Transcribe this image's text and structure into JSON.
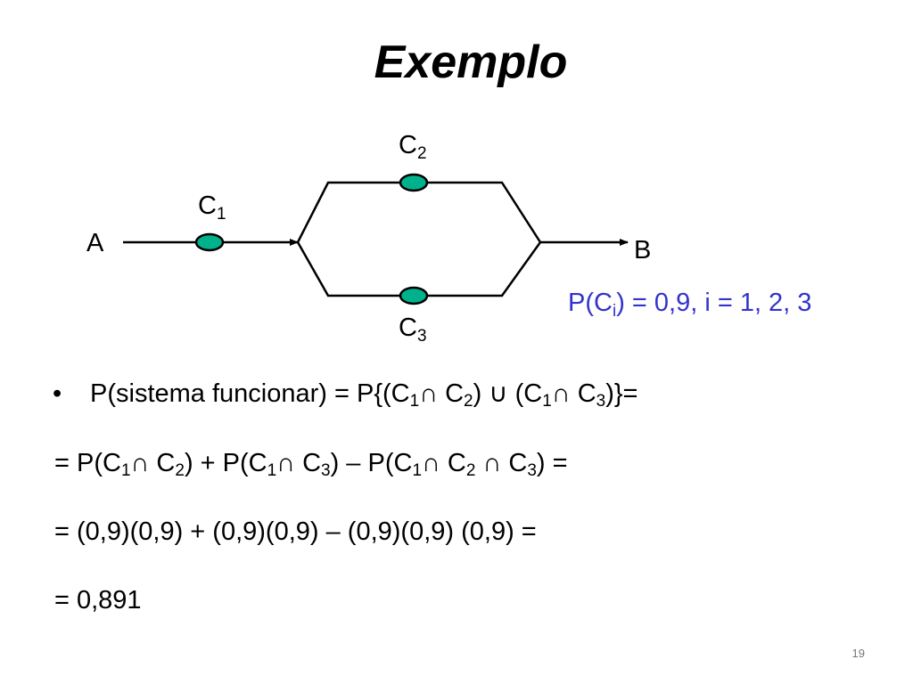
{
  "title": "Exemplo",
  "diagram": {
    "start_label": "A",
    "end_label": "B",
    "components": [
      {
        "base": "C",
        "sub": "1"
      },
      {
        "base": "C",
        "sub": "2"
      },
      {
        "base": "C",
        "sub": "3"
      }
    ],
    "probability": {
      "prefix": "P(C",
      "sub": "i",
      "suffix": ") = 0,9,  i = 1, 2, 3"
    },
    "component_color": "#00b28c",
    "probability_color": "#3333cc"
  },
  "bullet_symbol": "•",
  "lines": [
    {
      "p": [
        {
          "t": "P(sistema funcionar) = P{(C"
        },
        {
          "s": "1"
        },
        {
          "t": "∩ C"
        },
        {
          "s": "2"
        },
        {
          "t": ") ∪ (C"
        },
        {
          "s": "1"
        },
        {
          "t": "∩ C"
        },
        {
          "s": "3"
        },
        {
          "t": ")}="
        }
      ]
    },
    {
      "p": [
        {
          "t": "= P(C"
        },
        {
          "s": "1"
        },
        {
          "t": "∩ C"
        },
        {
          "s": "2"
        },
        {
          "t": ") + P(C"
        },
        {
          "s": "1"
        },
        {
          "t": "∩ C"
        },
        {
          "s": "3"
        },
        {
          "t": ") – P(C"
        },
        {
          "s": "1"
        },
        {
          "t": "∩ C"
        },
        {
          "s": "2"
        },
        {
          "t": " ∩ C"
        },
        {
          "s": "3"
        },
        {
          "t": ") ="
        }
      ]
    },
    {
      "p": [
        {
          "t": "= (0,9)(0,9) +  (0,9)(0,9) – (0,9)(0,9) (0,9) ="
        }
      ]
    },
    {
      "p": [
        {
          "t": "= 0,891"
        }
      ]
    }
  ],
  "page_number": "19"
}
